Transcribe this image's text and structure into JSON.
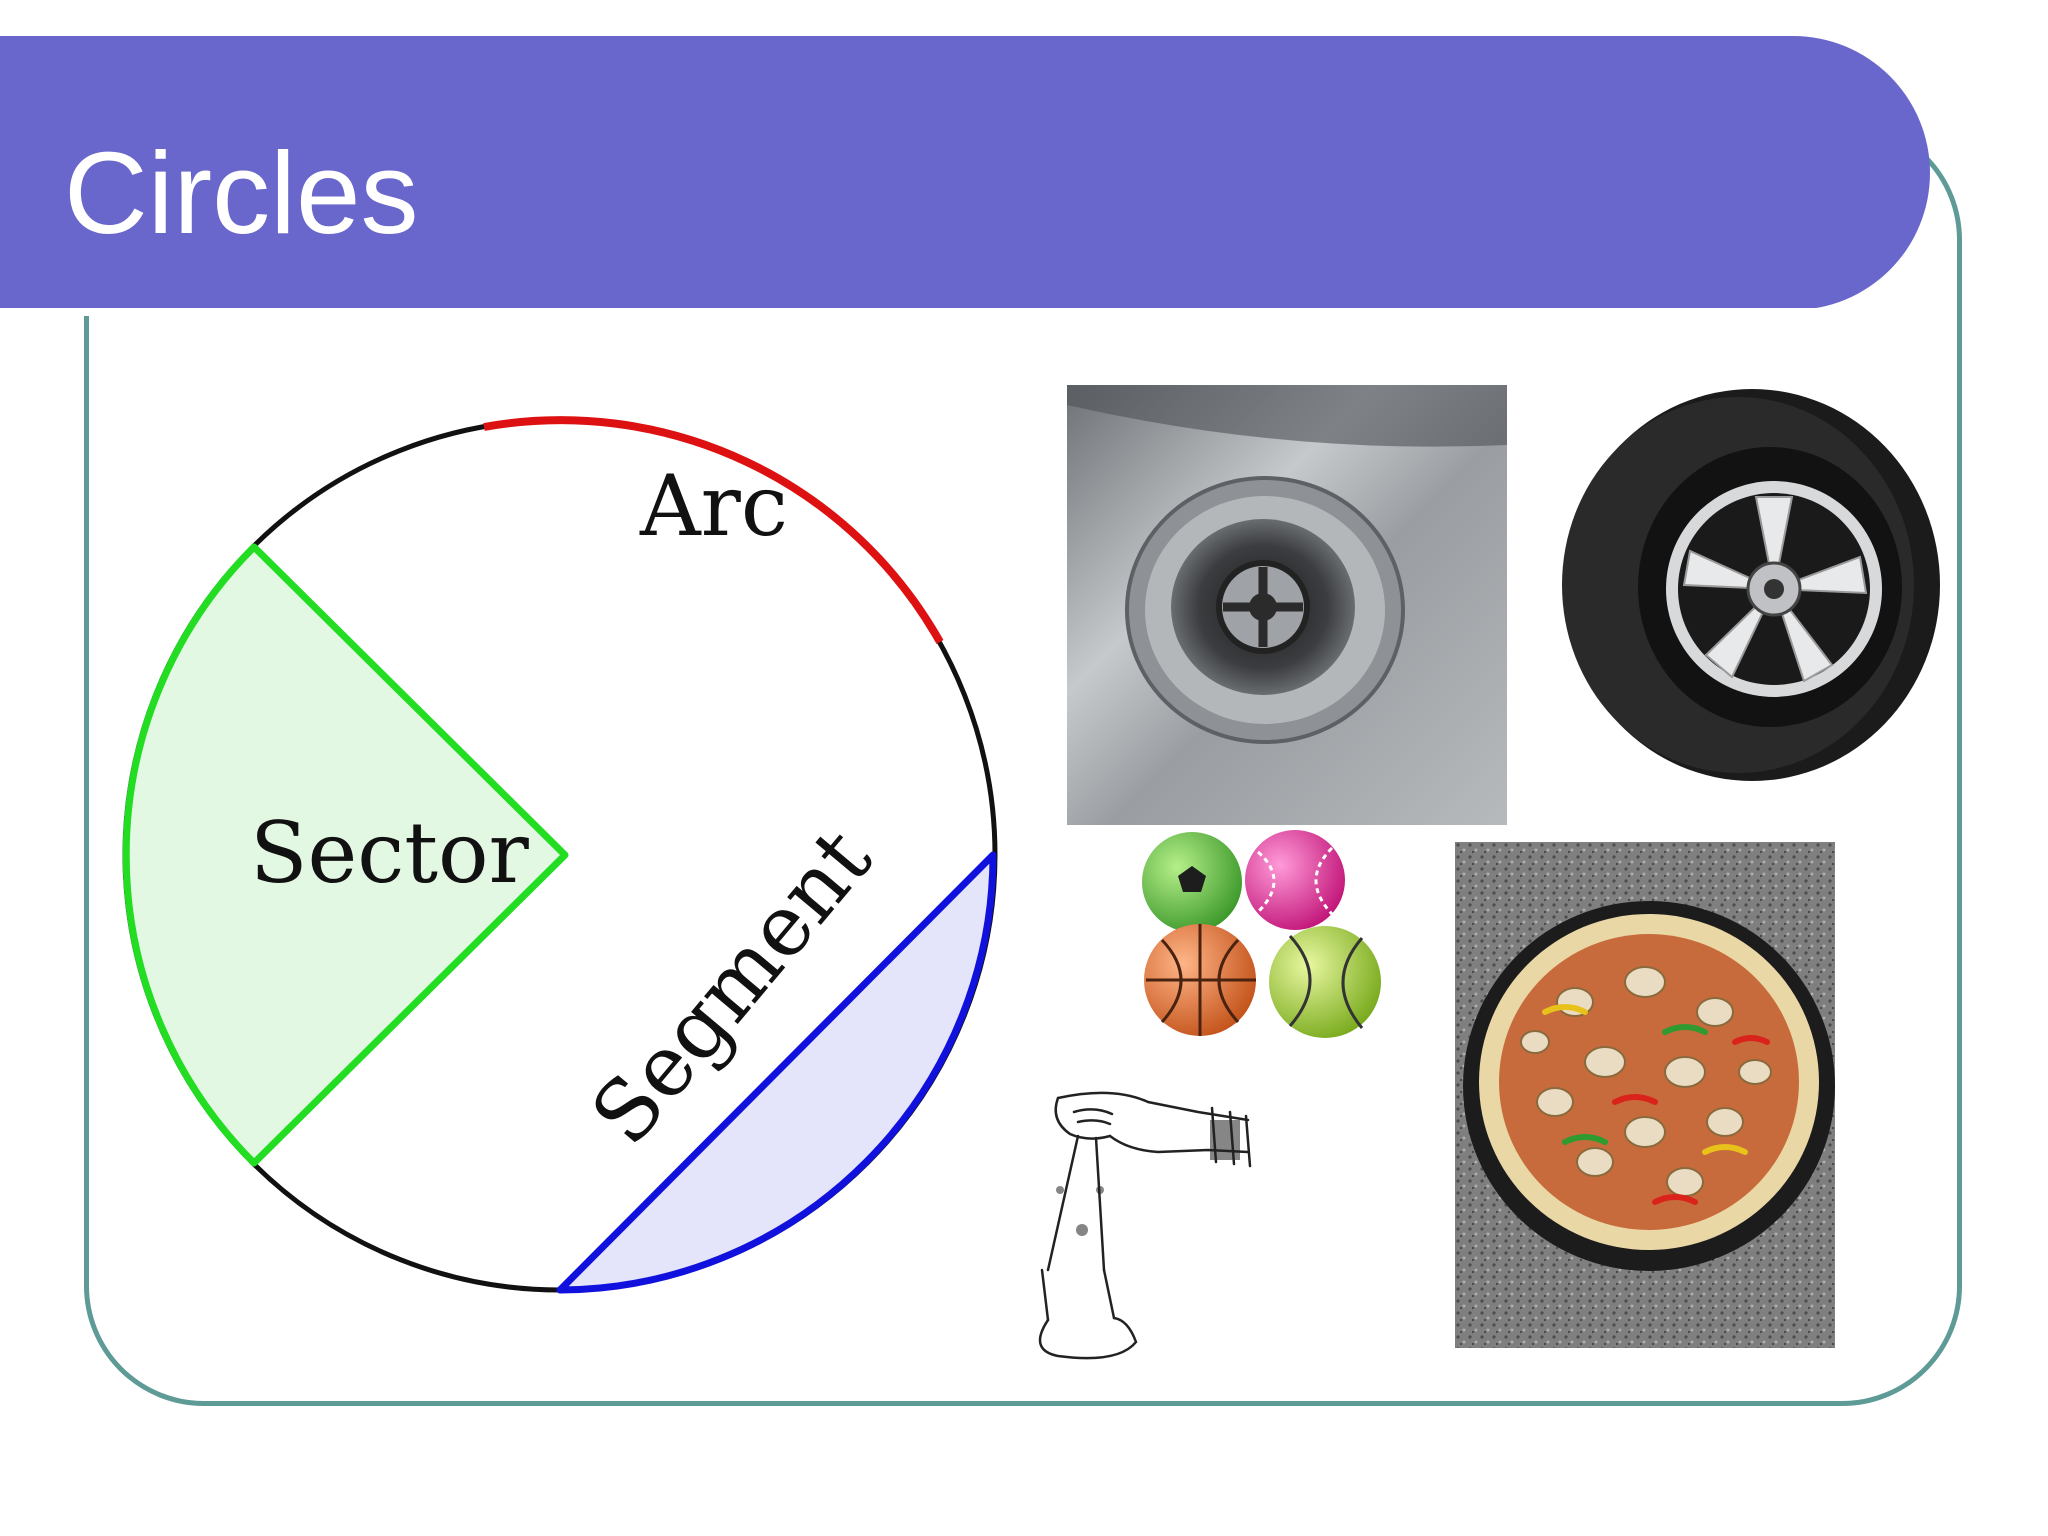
{
  "slide": {
    "title": "Circles",
    "colors": {
      "title_bar": "#6966cc",
      "frame_border": "#5f9b96",
      "title_text": "#ffffff"
    }
  },
  "diagram": {
    "labels": {
      "arc": "Arc",
      "sector": "Sector",
      "segment": "Segment"
    },
    "colors": {
      "circle": "#111111",
      "arc": "#dd1111",
      "sector_stroke": "#22dd22",
      "sector_fill": "#e2f8e2",
      "segment_stroke": "#1111dd",
      "segment_fill": "#e4e4fa"
    }
  },
  "photos": [
    {
      "name": "sink-drain",
      "description_icon": "drain-icon"
    },
    {
      "name": "car-tire",
      "description_icon": "tire-icon"
    },
    {
      "name": "toy-balls",
      "description_icon": "ball-icon"
    },
    {
      "name": "pizza",
      "description_icon": "pizza-icon"
    },
    {
      "name": "hand-with-compass",
      "description_icon": "compass-icon"
    }
  ]
}
